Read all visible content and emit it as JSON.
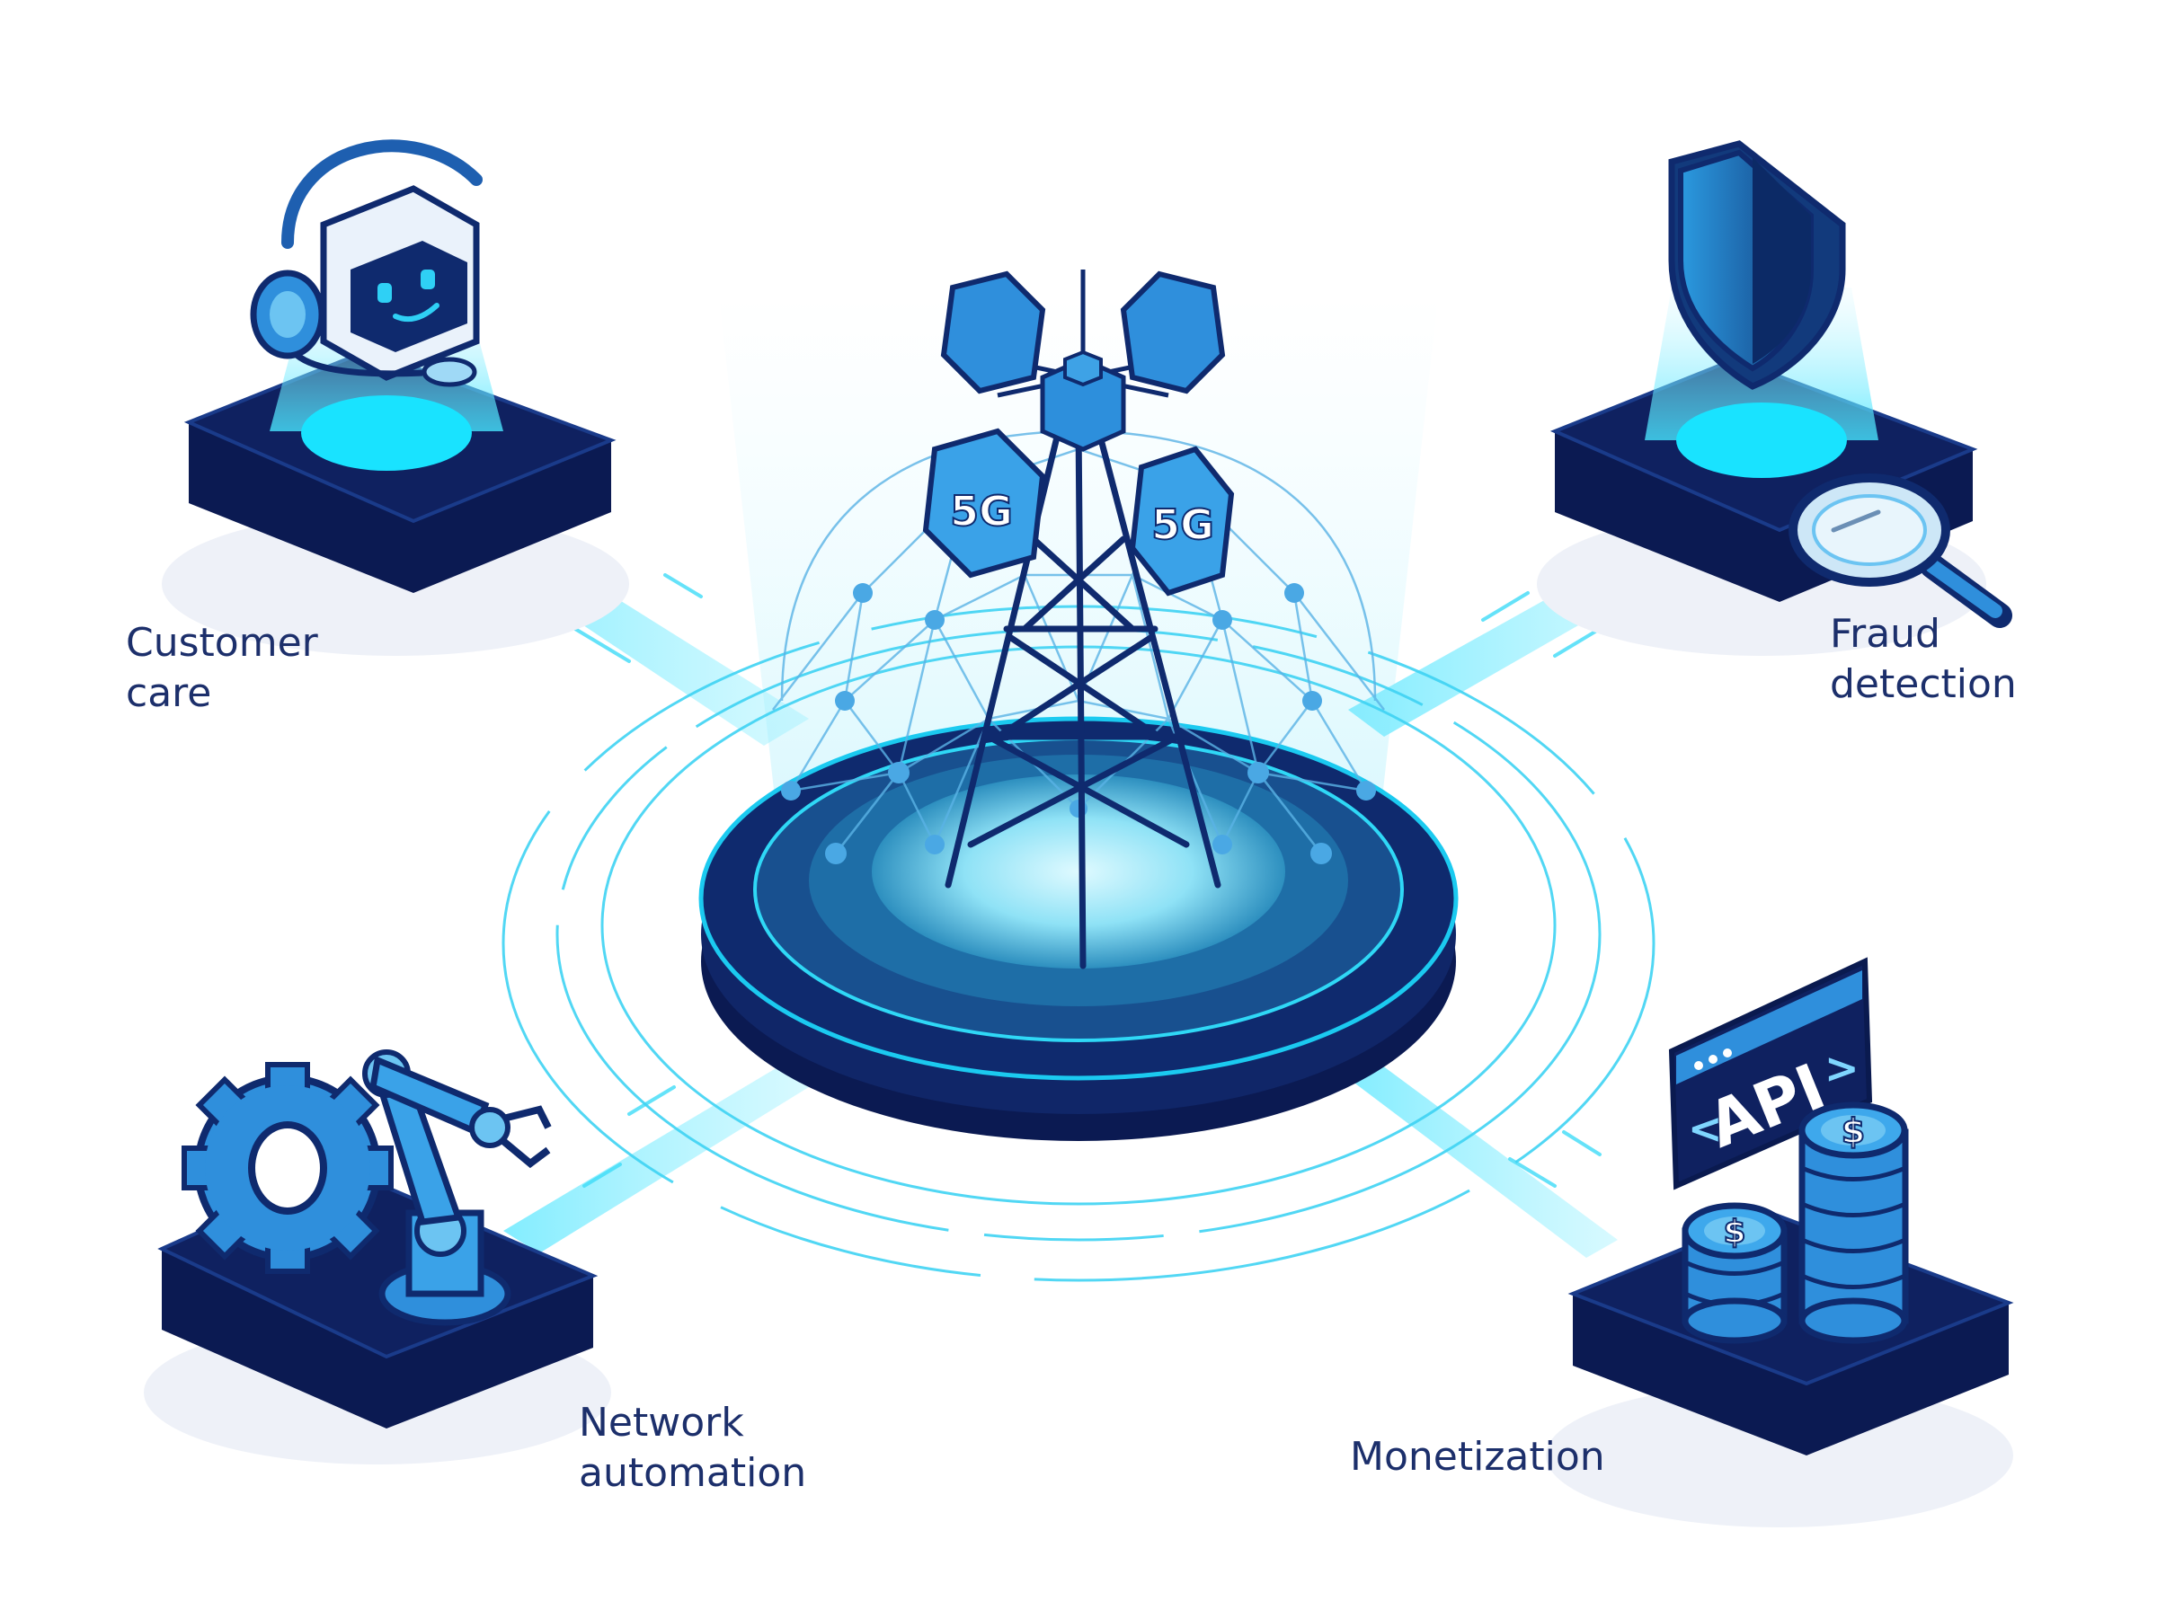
{
  "diagram": {
    "hub": {
      "antenna_badge": "5G"
    },
    "nodes": {
      "customer_care": {
        "line1": "Customer",
        "line2": "care"
      },
      "fraud_detection": {
        "line1": "Fraud",
        "line2": "detection"
      },
      "network_automation": {
        "line1": "Network",
        "line2": "automation"
      },
      "monetization": {
        "line1": "Monetization",
        "api_badge": "API",
        "coin_symbol": "$"
      }
    }
  },
  "colors": {
    "navy": "#0f2160",
    "deep_navy": "#0a1a4f",
    "cyan": "#19e3ff",
    "blue": "#2f8fdc",
    "light_blue": "#6cc4f2",
    "label": "#1c2f6b"
  }
}
